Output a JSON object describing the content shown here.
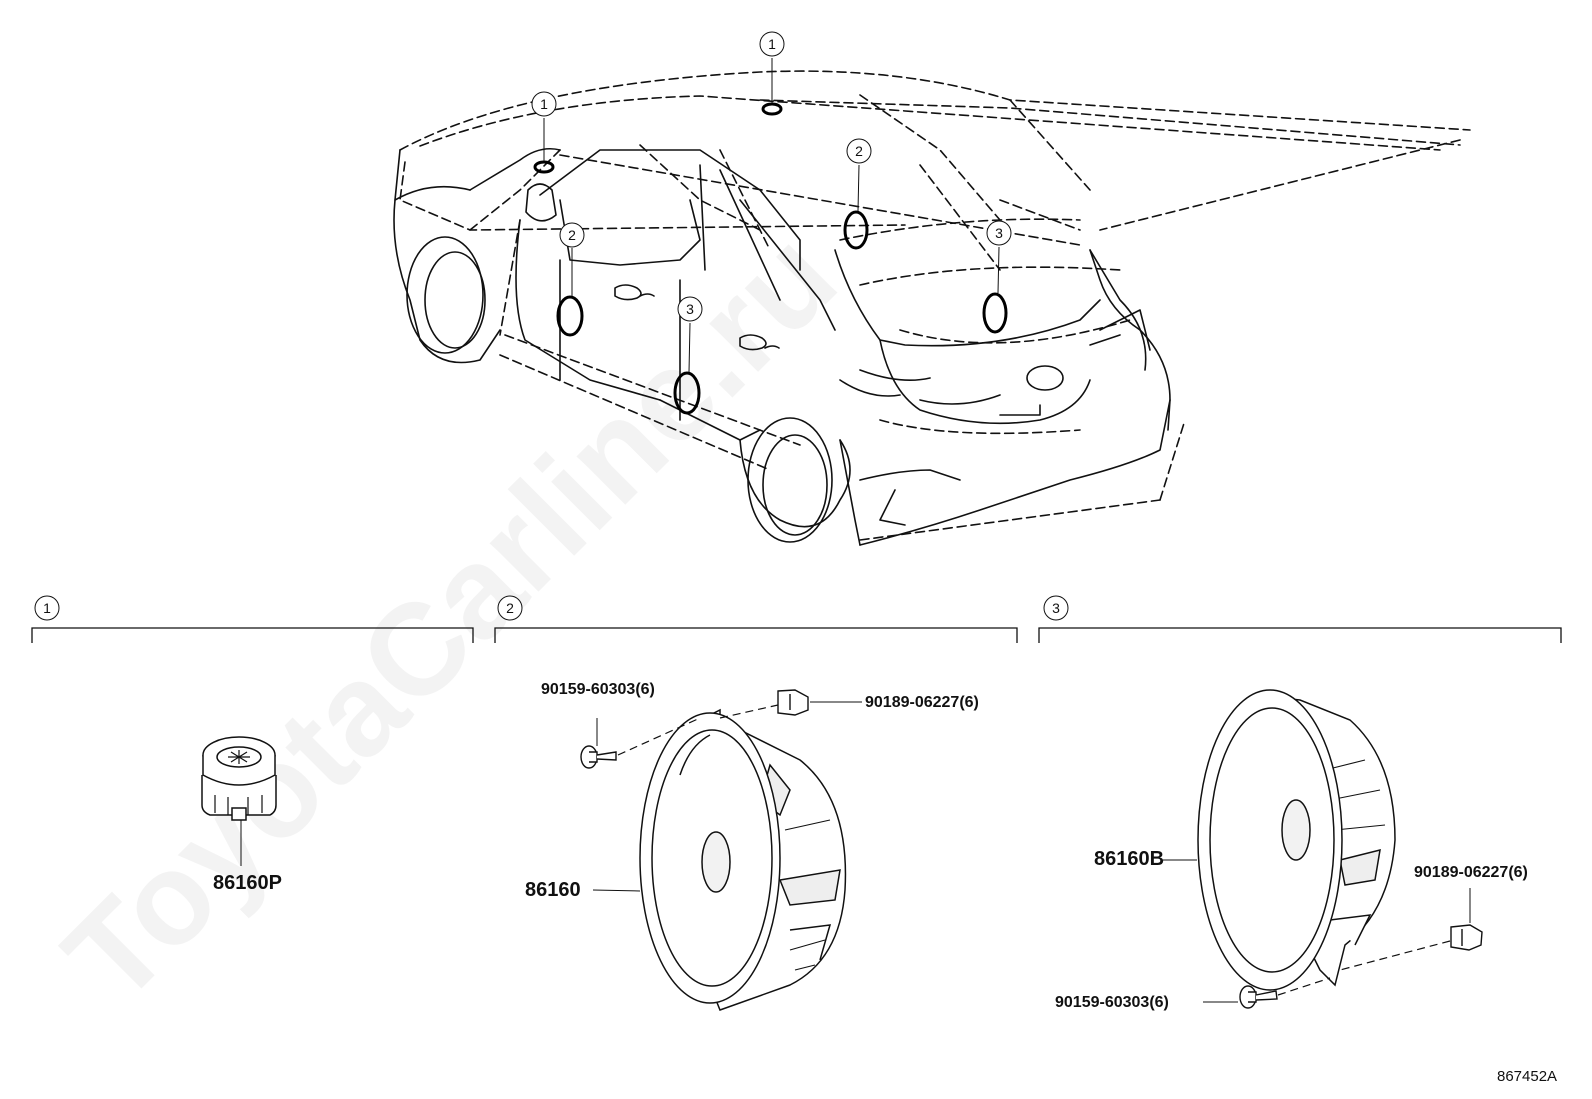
{
  "watermark": "ToyotaCarline.ru",
  "diagram_code": "867452A",
  "callouts": [
    "1",
    "2",
    "3"
  ],
  "groups": [
    {
      "callout": "1",
      "parts": [
        "86160P"
      ]
    },
    {
      "callout": "2",
      "parts": [
        "86160",
        "90159-60303(6)",
        "90189-06227(6)"
      ]
    },
    {
      "callout": "3",
      "parts": [
        "86160B",
        "90189-06227(6)",
        "90159-60303(6)"
      ]
    }
  ],
  "labels": {
    "tweeter": "86160P",
    "front_speaker": "86160",
    "front_screw": "90159-60303(6)",
    "front_clip": "90189-06227(6)",
    "rear_speaker": "86160B",
    "rear_clip": "90189-06227(6)",
    "rear_screw": "90159-60303(6)"
  }
}
